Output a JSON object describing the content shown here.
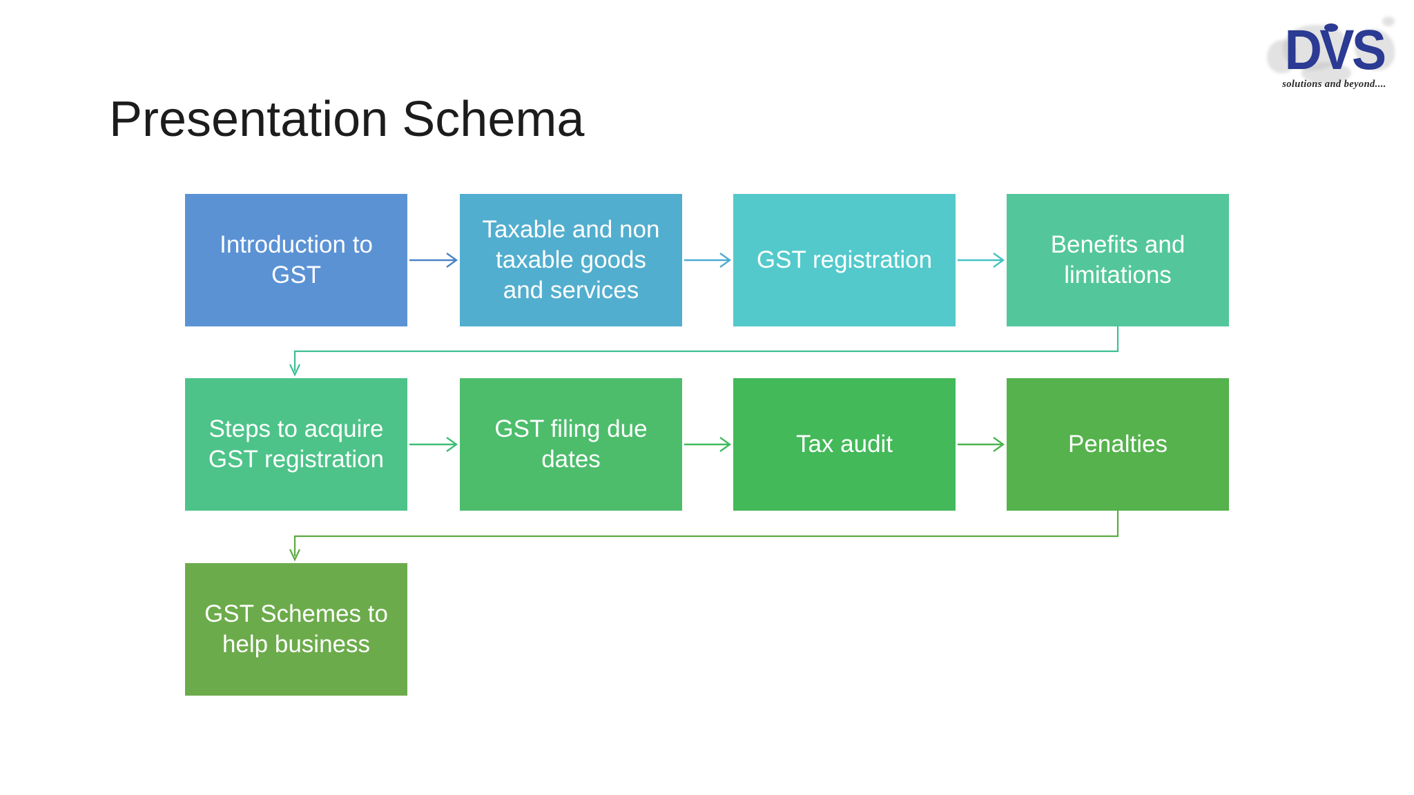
{
  "slide": {
    "title": "Presentation Schema",
    "background": "#ffffff",
    "title_color": "#1c1c1c"
  },
  "logo": {
    "text": "DVS",
    "tagline": "solutions and beyond....",
    "text_color": "#2b3a92",
    "map_color": "#bfbfbf"
  },
  "flowchart": {
    "text_color": "#ffffff",
    "nodes": [
      {
        "label": "Introduction to\nGST",
        "color": "#5b92d4"
      },
      {
        "label": "Taxable and non\ntaxable goods\nand services",
        "color": "#52aece"
      },
      {
        "label": "GST registration",
        "color": "#53c9cb"
      },
      {
        "label": "Benefits and\nlimitations",
        "color": "#53c79b"
      },
      {
        "label": "Steps to acquire\nGST registration",
        "color": "#4dc389"
      },
      {
        "label": "GST filing due\ndates",
        "color": "#4dbd6c"
      },
      {
        "label": "Tax audit",
        "color": "#43b959"
      },
      {
        "label": "Penalties",
        "color": "#55b24c"
      },
      {
        "label": "GST Schemes to\nhelp business",
        "color": "#6cab4b"
      }
    ],
    "arrows": [
      {
        "from": "Introduction to GST",
        "to": "Taxable and non taxable goods and services",
        "type": "straight",
        "color": "#4a82c6"
      },
      {
        "from": "Taxable and non taxable goods and services",
        "to": "GST registration",
        "type": "straight",
        "color": "#4babd2"
      },
      {
        "from": "GST registration",
        "to": "Benefits and limitations",
        "type": "straight",
        "color": "#41c2c3"
      },
      {
        "from": "Steps to acquire GST registration",
        "to": "GST filing due dates",
        "type": "straight",
        "color": "#3dbd72"
      },
      {
        "from": "GST filing due dates",
        "to": "Tax audit",
        "type": "straight",
        "color": "#3fba5e"
      },
      {
        "from": "Tax audit",
        "to": "Penalties",
        "type": "straight",
        "color": "#4ab34f"
      },
      {
        "from": "Benefits and limitations",
        "to": "Steps to acquire GST registration",
        "type": "elbow",
        "color": "#3ebe92"
      },
      {
        "from": "Penalties",
        "to": "GST Schemes to help business",
        "type": "elbow",
        "color": "#5baa41"
      }
    ]
  }
}
